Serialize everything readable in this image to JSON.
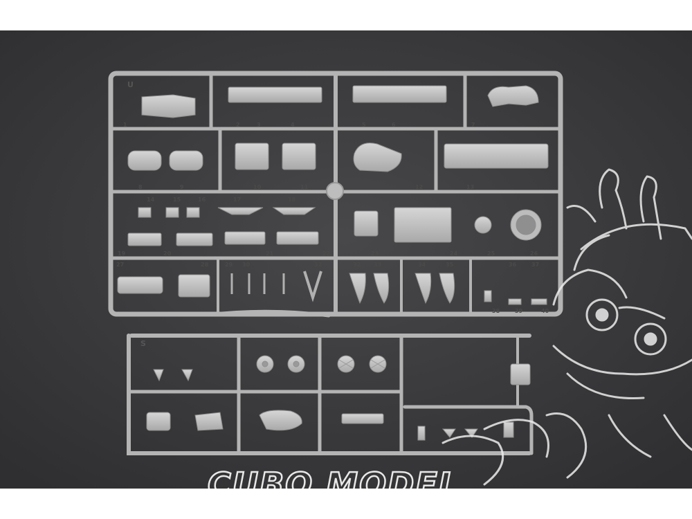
{
  "image": {
    "colors": {
      "background": "#3a3a3c",
      "sprue": "#b9b9b9",
      "part": "#c6c6c6",
      "watermark": "#e8e8e8"
    }
  },
  "sprue_u": {
    "plate_letter": "U",
    "part_numbers": [
      "1",
      "2",
      "3",
      "4",
      "5",
      "6",
      "7",
      "8",
      "9",
      "10",
      "11",
      "12",
      "13",
      "14",
      "15",
      "16",
      "17",
      "18",
      "19",
      "20",
      "21",
      "22",
      "23",
      "24",
      "25",
      "26",
      "27",
      "28",
      "29",
      "30",
      "31",
      "32",
      "33",
      "34",
      "35",
      "36",
      "37",
      "38",
      "39",
      "40"
    ]
  },
  "sprue_s": {
    "plate_letter": "S"
  },
  "watermark": {
    "text": "CUBO MODEL",
    "mascot": "cartoon-character-outline"
  }
}
